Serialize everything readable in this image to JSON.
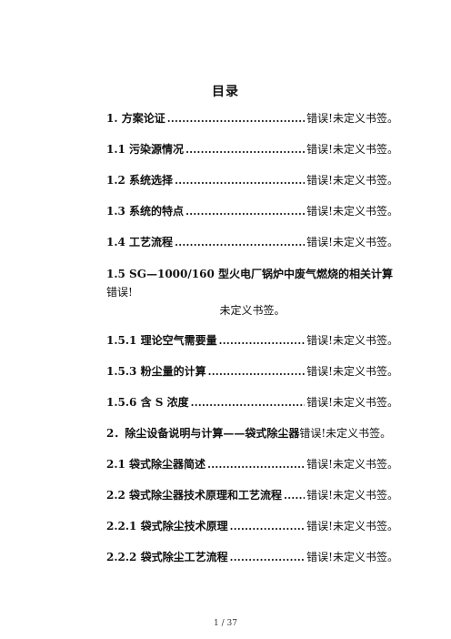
{
  "document": {
    "title": "目录",
    "entries": [
      {
        "label": "1. 方案论证",
        "ref": "错误!未定义书签。"
      },
      {
        "label": "1.1 污染源情况",
        "ref": "错误!未定义书签。"
      },
      {
        "label": "1.2 系统选择",
        "ref": "错误!未定义书签。"
      },
      {
        "label": "1.3 系统的特点",
        "ref": "错误!未定义书签。"
      },
      {
        "label": "1.4 工艺流程",
        "ref": "错误!未定义书签。"
      },
      {
        "label": "1.5 SG—1000/160 型火电厂锅炉中废气燃烧的相关计算",
        "ref_a": "错误!",
        "ref_b": "未定义书签。"
      },
      {
        "label": "1.5.1 理论空气需要量",
        "ref": "错误!未定义书签。"
      },
      {
        "label": "1.5.3 粉尘量的计算",
        "ref": "错误!未定义书签。"
      },
      {
        "label": "1.5.6 含 S 浓度",
        "ref": "错误!未定义书签。"
      },
      {
        "label": "2．除尘设备说明与计算——袋式除尘器",
        "ref": "错误!未定义书签。"
      },
      {
        "label": "2.1 袋式除尘器简述",
        "ref": "错误!未定义书签。"
      },
      {
        "label": "2.2 袋式除尘器技术原理和工艺流程",
        "ref": "错误!未定义书签。"
      },
      {
        "label": "2.2.1 袋式除尘技术原理",
        "ref": "错误!未定义书签。"
      },
      {
        "label": "2.2.2 袋式除尘工艺流程",
        "ref": "错误!未定义书签。"
      }
    ],
    "page_number": "1 / 37"
  }
}
